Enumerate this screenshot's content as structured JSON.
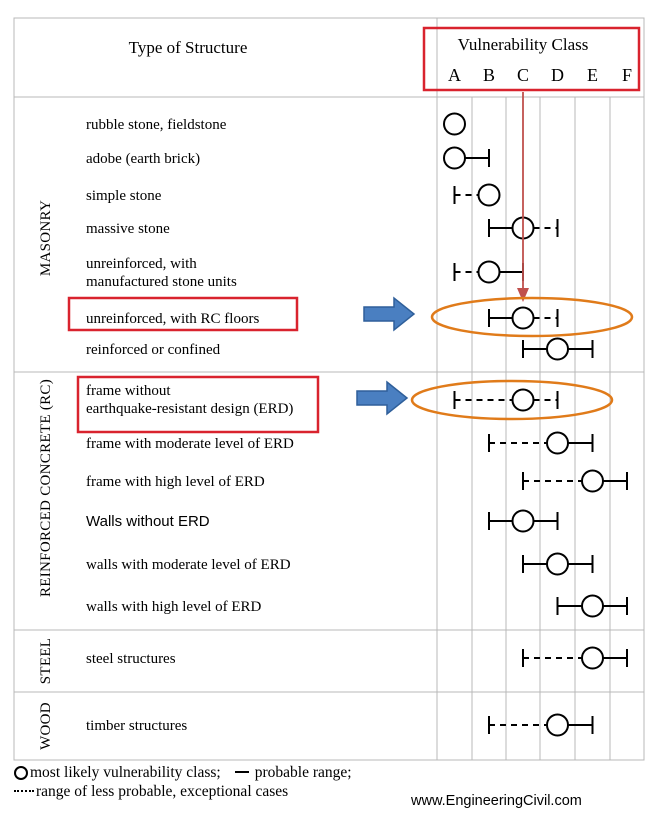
{
  "header": {
    "type_label": "Type of Structure",
    "class_label": "Vulnerability Class",
    "classes": [
      "A",
      "B",
      "C",
      "D",
      "E",
      "F"
    ]
  },
  "groups": [
    {
      "label": "MASONRY",
      "rows": [
        0,
        6
      ]
    },
    {
      "label": "REINFORCED CONCRETE (RC)",
      "rows": [
        7,
        12
      ]
    },
    {
      "label": "STEEL",
      "rows": [
        13,
        13
      ]
    },
    {
      "label": "WOOD",
      "rows": [
        14,
        14
      ]
    }
  ],
  "rows": [
    {
      "lines": [
        "rubble stone, fieldstone"
      ],
      "likely": "A",
      "range": null,
      "exceptional": null
    },
    {
      "lines": [
        "adobe (earth brick)"
      ],
      "likely": "A",
      "range": [
        "A",
        "B"
      ],
      "exceptional": null
    },
    {
      "lines": [
        "simple stone"
      ],
      "likely": "B",
      "range": [
        "B",
        "B"
      ],
      "exceptional": [
        "A",
        "B"
      ]
    },
    {
      "lines": [
        "massive stone"
      ],
      "likely": "C",
      "range": [
        "B",
        "C"
      ],
      "exceptional": [
        "C",
        "D"
      ]
    },
    {
      "lines": [
        "unreinforced, with",
        "manufactured stone units"
      ],
      "likely": "B",
      "range": [
        "B",
        "C"
      ],
      "exceptional": [
        "A",
        "B"
      ]
    },
    {
      "lines": [
        "unreinforced, with RC floors"
      ],
      "likely": "C",
      "range": [
        "B",
        "C"
      ],
      "exceptional": [
        "C",
        "D"
      ],
      "highlight": true
    },
    {
      "lines": [
        "reinforced or confined"
      ],
      "likely": "D",
      "range": [
        "C",
        "E"
      ],
      "exceptional": null
    },
    {
      "lines": [
        "frame without",
        "earthquake-resistant design (ERD)"
      ],
      "likely": "C",
      "range": [
        "C",
        "C"
      ],
      "exceptional": [
        "A",
        "D"
      ],
      "highlight": true
    },
    {
      "lines": [
        "frame with moderate level of ERD"
      ],
      "likely": "D",
      "range": [
        "D",
        "E"
      ],
      "exceptional": [
        "B",
        "D"
      ]
    },
    {
      "lines": [
        "frame with high level of ERD"
      ],
      "likely": "E",
      "range": [
        "E",
        "F"
      ],
      "exceptional": [
        "C",
        "E"
      ]
    },
    {
      "lines": [
        "Walls without ERD"
      ],
      "likely": "C",
      "range": [
        "B",
        "D"
      ],
      "exceptional": null,
      "sans": true
    },
    {
      "lines": [
        "walls with moderate level of ERD"
      ],
      "likely": "D",
      "range": [
        "C",
        "E"
      ],
      "exceptional": null
    },
    {
      "lines": [
        "walls with high level of ERD"
      ],
      "likely": "E",
      "range": [
        "D",
        "F"
      ],
      "exceptional": null
    },
    {
      "lines": [
        "steel structures"
      ],
      "likely": "E",
      "range": [
        "E",
        "F"
      ],
      "exceptional": [
        "C",
        "E"
      ]
    },
    {
      "lines": [
        "timber structures"
      ],
      "likely": "D",
      "range": [
        "D",
        "E"
      ],
      "exceptional": [
        "B",
        "D"
      ]
    }
  ],
  "legend": {
    "likely": "most likely vulnerability class;",
    "probable": "probable range;",
    "exceptional": "range of less probable, exceptional cases"
  },
  "credit": "www.EngineeringCivil.com",
  "colors": {
    "highlight_box": "#d9232e",
    "ellipse": "#e07b1a",
    "arrow_fill": "#4a7fc1",
    "arrow_stroke": "#2f5f9a",
    "connector": "#c0504d",
    "grid": "#b8b8b8"
  }
}
